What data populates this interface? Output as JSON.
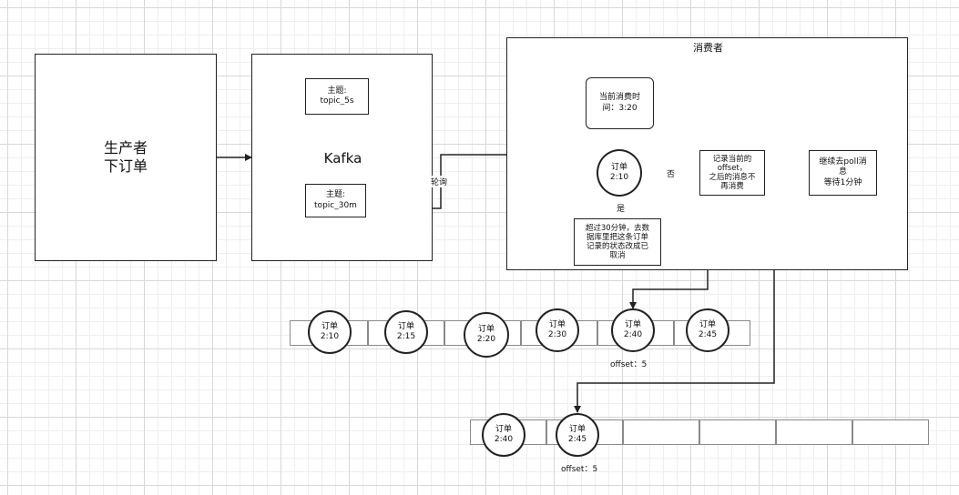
{
  "producer": {
    "label": "生产者\n下订单"
  },
  "kafka": {
    "label": "Kafka",
    "topic_5s": "主题:\ntopic_5s",
    "topic_30m": "主题:\ntopic_30m"
  },
  "consumer": {
    "title": "消费者",
    "current_time": "当前消费时\n间：3:20",
    "order": "订单\n2:10",
    "decision_no": "否",
    "decision_yes": "是",
    "record_offset": "记录当前的\noffset，\n之后的消息不\n再消费",
    "continue_poll": "继续去poll消\n息\n等待1分钟",
    "timeout_action": "超过30分钟，去数\n据库里把这条订单\n记录的状态改成已\n取消"
  },
  "poll_label": "轮询",
  "queue1": {
    "orders": [
      "订单\n2:10",
      "订单\n2:15",
      "订单\n2:20",
      "订单\n2:30",
      "订单\n2:40",
      "订单\n2:45"
    ],
    "offset": "offset：5"
  },
  "queue2": {
    "orders": [
      "订单\n2:40",
      "订单\n2:45"
    ],
    "offset": "offset：5"
  }
}
